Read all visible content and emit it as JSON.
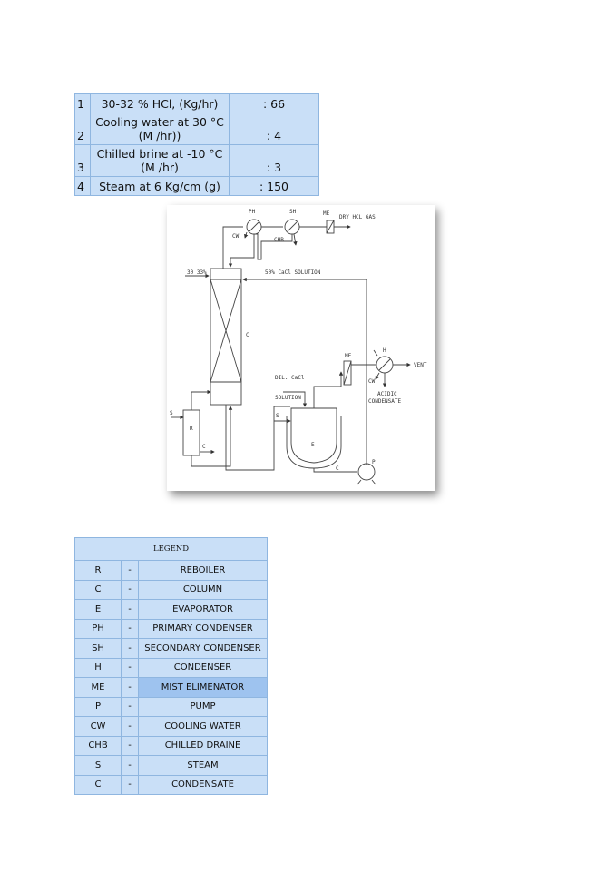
{
  "consumption_table": {
    "rows": [
      {
        "num": "1",
        "desc": "30-32 % HCl, (Kg/hr)",
        "value": ": 66"
      },
      {
        "num": "2",
        "desc": "Cooling water at 30 °C (M /hr))",
        "value": ": 4"
      },
      {
        "num": "3",
        "desc": "Chilled brine at -10 °C (M /hr)",
        "value": ": 3"
      },
      {
        "num": "4",
        "desc": "Steam at 6 Kg/cm (g)",
        "value": ": 150"
      }
    ]
  },
  "diagram": {
    "labels": {
      "ph": "PH",
      "sh": "SH",
      "me_top": "ME",
      "dry_hcl": "DRY HCL GAS",
      "cw_top": "CW",
      "chb": "CHB",
      "feed": "30 33%",
      "cacl_solution": "50% CaCl SOLUTION",
      "column": "C",
      "s_reboiler": "S",
      "reboiler": "R",
      "c_reboiler": "C",
      "dil_cacl": "DIL. CaCl",
      "solution": "SOLUTION",
      "s_evap": "S",
      "evaporator": "E",
      "c_bottom": "C",
      "pump": "P",
      "me_right": "ME",
      "h": "H",
      "vent": "VENT",
      "cw_right": "CW",
      "acidic": "ACIDIC",
      "condensate": "CONDENSATE"
    }
  },
  "legend": {
    "title": "LEGEND",
    "dash": "-",
    "rows": [
      {
        "abbr": "R",
        "name": "REBOILER"
      },
      {
        "abbr": "C",
        "name": "COLUMN"
      },
      {
        "abbr": "E",
        "name": "EVAPORATOR"
      },
      {
        "abbr": "PH",
        "name": "PRIMARY CONDENSER"
      },
      {
        "abbr": "SH",
        "name": "SECONDARY CONDENSER"
      },
      {
        "abbr": "H",
        "name": "CONDENSER"
      },
      {
        "abbr": "ME",
        "name": "MIST ELIMENATOR",
        "highlighted": true
      },
      {
        "abbr": "P",
        "name": "PUMP"
      },
      {
        "abbr": "CW",
        "name": "COOLING WATER"
      },
      {
        "abbr": "CHB",
        "name": "CHILLED DRAINE"
      },
      {
        "abbr": "S",
        "name": "STEAM"
      },
      {
        "abbr": "C",
        "name": "CONDENSATE"
      }
    ]
  }
}
